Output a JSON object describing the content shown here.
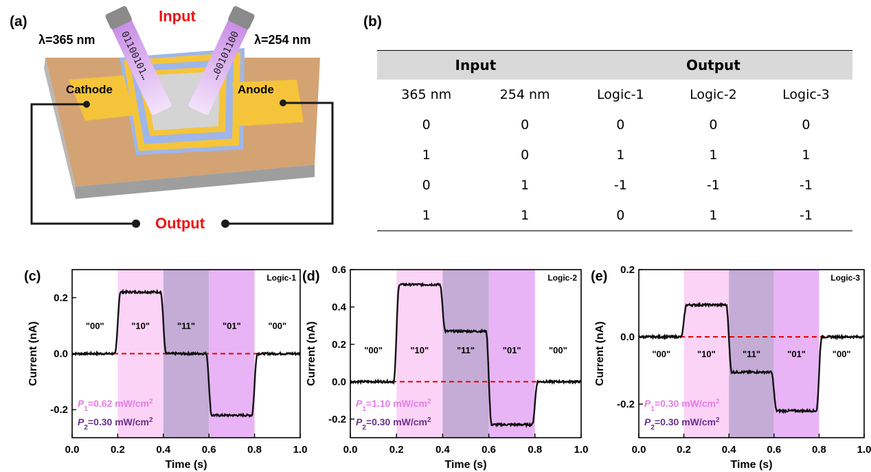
{
  "panel_a": {
    "label": "(a)",
    "input_label": "Input",
    "output_label": "Output",
    "wavelength_left": "λ=365 nm",
    "wavelength_right": "λ=254 nm",
    "cathode": "Cathode",
    "anode": "Anode",
    "beam_left_bits": "01100101…",
    "beam_right_bits": "…00101100"
  },
  "panel_b": {
    "label": "(b)",
    "group_input": "Input",
    "group_output": "Output",
    "columns": [
      "365 nm",
      "254 nm",
      "Logic-1",
      "Logic-2",
      "Logic-3"
    ],
    "rows": [
      [
        "0",
        "0",
        "0",
        "0",
        "0"
      ],
      [
        "1",
        "0",
        "1",
        "1",
        "1"
      ],
      [
        "0",
        "1",
        "-1",
        "-1",
        "-1"
      ],
      [
        "1",
        "1",
        "0",
        "1",
        "-1"
      ]
    ]
  },
  "colors": {
    "pink_region": "#fbd3f6",
    "dark_region": "#c4acd6",
    "magenta_region": "#e8b4f5",
    "p1_text": "#e67be6",
    "p2_text": "#6a2f8a",
    "zero_line": "#e60000",
    "title_red": "#ee1111"
  },
  "chart_data": [
    {
      "type": "line",
      "panel_label": "(c)",
      "logic_label": "Logic-1",
      "xlabel": "Time (s)",
      "ylabel": "Current (nA)",
      "xlim": [
        0,
        1.0
      ],
      "ylim": [
        -0.3,
        0.3
      ],
      "xticks": [
        "0.0",
        "0.2",
        "0.4",
        "0.6",
        "0.8",
        "1.0"
      ],
      "yticks": [
        {
          "v": 0.2,
          "t": "0.2"
        },
        {
          "v": 0.0,
          "t": "0.0"
        },
        {
          "v": -0.2,
          "t": "-0.2"
        }
      ],
      "regions": [
        {
          "x0": 0.2,
          "x1": 0.4,
          "color": "pink"
        },
        {
          "x0": 0.4,
          "x1": 0.6,
          "color": "dark"
        },
        {
          "x0": 0.6,
          "x1": 0.8,
          "color": "magenta"
        }
      ],
      "state_labels": [
        {
          "x": 0.1,
          "y": 0.1,
          "t": "\"00\""
        },
        {
          "x": 0.3,
          "y": 0.1,
          "t": "\"10\""
        },
        {
          "x": 0.5,
          "y": 0.1,
          "t": "\"11\""
        },
        {
          "x": 0.7,
          "y": 0.1,
          "t": "\"01\""
        },
        {
          "x": 0.9,
          "y": 0.1,
          "t": "\"00\""
        }
      ],
      "p1": {
        "sym": "P",
        "sub": "1",
        "val": "=0.62 mW/cm",
        "sup": "2"
      },
      "p2": {
        "sym": "P",
        "sub": "2",
        "val": "=0.30 mW/cm",
        "sup": "2"
      },
      "levels": [
        0.0,
        0.22,
        0.0,
        -0.22,
        0.0
      ]
    },
    {
      "type": "line",
      "panel_label": "(d)",
      "logic_label": "Logic-2",
      "xlabel": "Time (s)",
      "ylabel": "Current (nA)",
      "xlim": [
        0,
        1.0
      ],
      "ylim": [
        -0.3,
        0.6
      ],
      "xticks": [
        "0.0",
        "0.2",
        "0.4",
        "0.6",
        "0.8",
        "1.0"
      ],
      "yticks": [
        {
          "v": 0.6,
          "t": "0.6"
        },
        {
          "v": 0.4,
          "t": "0.4"
        },
        {
          "v": 0.2,
          "t": "0.2"
        },
        {
          "v": 0.0,
          "t": "0.0"
        },
        {
          "v": -0.2,
          "t": "-0.2"
        }
      ],
      "regions": [
        {
          "x0": 0.2,
          "x1": 0.4,
          "color": "pink"
        },
        {
          "x0": 0.4,
          "x1": 0.6,
          "color": "dark"
        },
        {
          "x0": 0.6,
          "x1": 0.8,
          "color": "magenta"
        }
      ],
      "state_labels": [
        {
          "x": 0.1,
          "y": 0.17,
          "t": "\"00\""
        },
        {
          "x": 0.3,
          "y": 0.17,
          "t": "\"10\""
        },
        {
          "x": 0.5,
          "y": 0.17,
          "t": "\"11\""
        },
        {
          "x": 0.7,
          "y": 0.17,
          "t": "\"01\""
        },
        {
          "x": 0.9,
          "y": 0.17,
          "t": "\"00\""
        }
      ],
      "p1": {
        "sym": "P",
        "sub": "1",
        "val": "=1.10 mW/cm",
        "sup": "2"
      },
      "p2": {
        "sym": "P",
        "sub": "2",
        "val": "=0.30 mW/cm",
        "sup": "2"
      },
      "levels": [
        0.0,
        0.52,
        0.27,
        -0.23,
        0.0
      ]
    },
    {
      "type": "line",
      "panel_label": "(e)",
      "logic_label": "Logic-3",
      "xlabel": "Time (s)",
      "ylabel": "Current (nA)",
      "xlim": [
        0,
        1.0
      ],
      "ylim": [
        -0.3,
        0.2
      ],
      "xticks": [
        "0.0",
        "0.2",
        "0.4",
        "0.6",
        "0.8",
        "1.0"
      ],
      "yticks": [
        {
          "v": 0.2,
          "t": "0.2"
        },
        {
          "v": 0.0,
          "t": "0.0"
        },
        {
          "v": -0.2,
          "t": "-0.2"
        }
      ],
      "regions": [
        {
          "x0": 0.2,
          "x1": 0.4,
          "color": "pink"
        },
        {
          "x0": 0.4,
          "x1": 0.6,
          "color": "dark"
        },
        {
          "x0": 0.6,
          "x1": 0.8,
          "color": "magenta"
        }
      ],
      "state_labels": [
        {
          "x": 0.1,
          "y": -0.05,
          "t": "\"00\""
        },
        {
          "x": 0.3,
          "y": -0.05,
          "t": "\"10\""
        },
        {
          "x": 0.5,
          "y": -0.05,
          "t": "\"11\""
        },
        {
          "x": 0.7,
          "y": -0.05,
          "t": "\"01\""
        },
        {
          "x": 0.9,
          "y": -0.05,
          "t": "\"00\""
        }
      ],
      "p1": {
        "sym": "P",
        "sub": "1",
        "val": "=0.30 mW/cm",
        "sup": "2"
      },
      "p2": {
        "sym": "P",
        "sub": "2",
        "val": "=0.30 mW/cm",
        "sup": "2"
      },
      "levels": [
        0.0,
        0.095,
        -0.105,
        -0.22,
        0.0
      ]
    }
  ]
}
